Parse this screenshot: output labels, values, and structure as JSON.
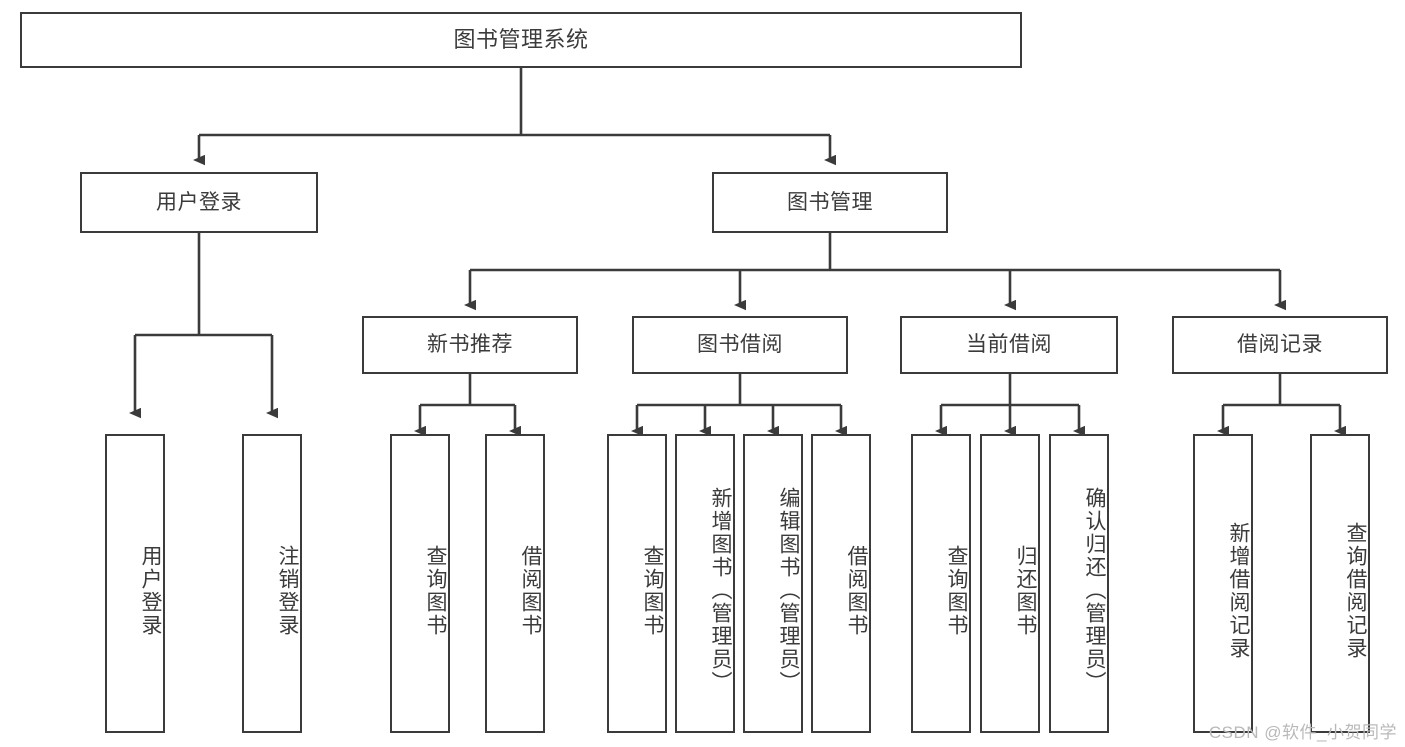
{
  "diagram": {
    "title": "图书管理系统",
    "type": "function-hierarchy-tree",
    "root": {
      "label": "图书管理系统"
    },
    "level2": [
      {
        "label": "用户登录"
      },
      {
        "label": "图书管理"
      }
    ],
    "level3": [
      {
        "label": "新书推荐"
      },
      {
        "label": "图书借阅"
      },
      {
        "label": "当前借阅"
      },
      {
        "label": "借阅记录"
      }
    ],
    "leaves": {
      "user_login": [
        {
          "label": "用户登录"
        },
        {
          "label": "注销登录"
        }
      ],
      "new_book_recommend": [
        {
          "label": "查询图书"
        },
        {
          "label": "借阅图书"
        }
      ],
      "book_borrow": [
        {
          "label": "查询图书"
        },
        {
          "label": "新增图书（管理员）"
        },
        {
          "label": "编辑图书（管理员）"
        },
        {
          "label": "借阅图书"
        }
      ],
      "current_borrow": [
        {
          "label": "查询图书"
        },
        {
          "label": "归还图书"
        },
        {
          "label": "确认归还（管理员）"
        }
      ],
      "borrow_record": [
        {
          "label": "新增借阅记录"
        },
        {
          "label": "查询借阅记录"
        }
      ]
    }
  },
  "watermark": {
    "text": "CSDN @软件_小贺同学"
  },
  "colors": {
    "stroke": "#3b3b3b",
    "text": "#3b3b3b",
    "background": "#ffffff",
    "watermark": "#b9b9b9"
  }
}
